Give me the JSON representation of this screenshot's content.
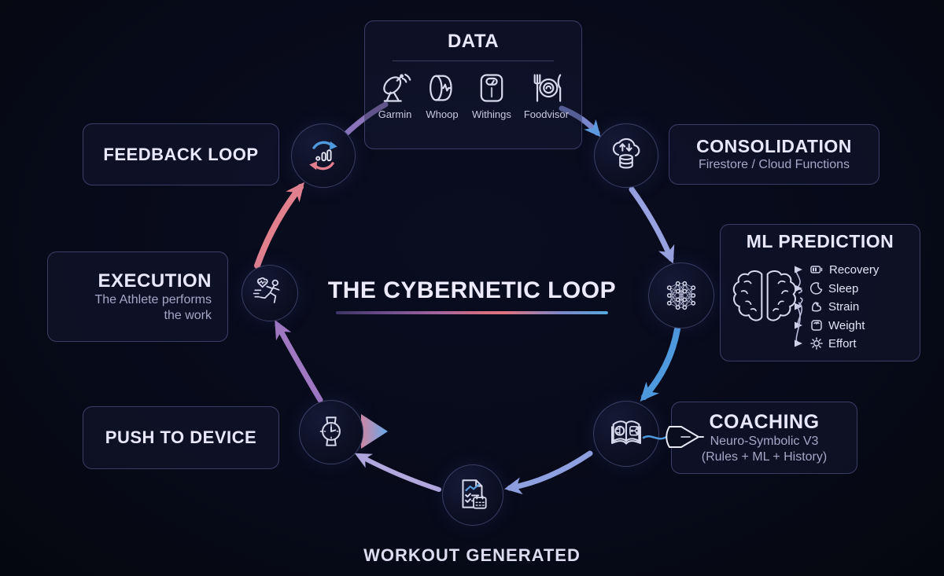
{
  "center": {
    "title": "THE CYBERNETIC LOOP"
  },
  "footer": {
    "label": "WORKOUT GENERATED"
  },
  "data_box": {
    "title": "DATA",
    "sources": [
      {
        "name": "Garmin"
      },
      {
        "name": "Whoop"
      },
      {
        "name": "Withings"
      },
      {
        "name": "Foodvisor"
      }
    ]
  },
  "feedback_box": {
    "title": "FEEDBACK LOOP"
  },
  "execution_box": {
    "title": "EXECUTION",
    "subtitle_line1": "The Athlete performs",
    "subtitle_line2": "the work"
  },
  "push_box": {
    "title": "PUSH TO DEVICE"
  },
  "consolidation_box": {
    "title": "CONSOLIDATION",
    "subtitle": "Firestore / Cloud Functions"
  },
  "ml_box": {
    "title": "ML PREDICTION",
    "outputs": [
      {
        "label": "Recovery"
      },
      {
        "label": "Sleep"
      },
      {
        "label": "Strain"
      },
      {
        "label": "Weight"
      },
      {
        "label": "Effort"
      }
    ]
  },
  "coaching_box": {
    "title": "COACHING",
    "subtitle_line1": "Neuro-Symbolic V3",
    "subtitle_line2": "(Rules + ML + History)"
  },
  "colors": {
    "background": "#070a19",
    "panel_fill": "rgba(26,30,58,0.38)",
    "panel_border": "#666ca4",
    "title_text": "#e9e7fa",
    "subtitle_text": "#a6a6c6",
    "arc_pink": "#e2808e",
    "arc_purple": "#a078c2",
    "arc_blue": "#4f9ade",
    "arc_periwinkle": "#99a2e0",
    "arc_lavender": "#b2a8de",
    "push_arrow_gradient": [
      "#e8808f",
      "#64a8e8"
    ]
  }
}
